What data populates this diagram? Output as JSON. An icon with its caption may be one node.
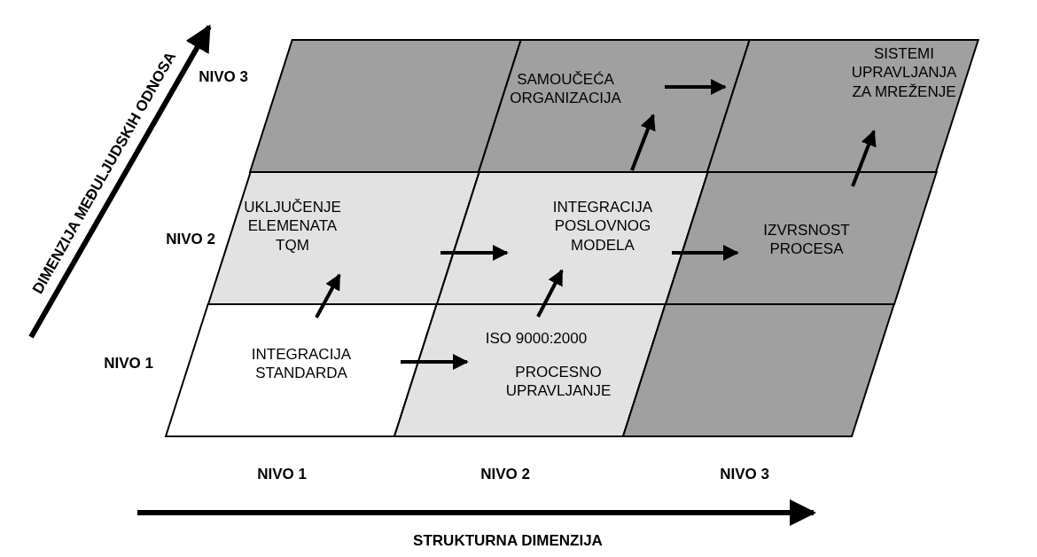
{
  "diagram": {
    "nodes": [
      {
        "text": [],
        "shape": "box"
      },
      {
        "text": [
          "SAMOUČEĆA ORGANIZACIJA"
        ]
      },
      {
        "text": [
          "SISTEMI UPRAVLJANJA ZA MREŽENJE"
        ]
      },
      {
        "text": [
          "UKLJUČENJE ELEMENATA TQM"
        ]
      },
      {
        "text": [
          "INTEGRACIJA POSLOVNOG MODELA"
        ]
      },
      {
        "text": [
          "IZVRSNOST PROCESA"
        ]
      },
      {
        "text": [
          "INTEGRACIJA STANDARDA"
        ]
      },
      {
        "text": [
          "ISO 9000:2000",
          "PROCESNO UPRAVLJANJE"
        ]
      },
      {
        "text": [],
        "shape": "box"
      }
    ],
    "edges": [
      {
        "from": 6,
        "to": 7,
        "arrow": "to"
      },
      {
        "from": 6,
        "to": 3,
        "arrow": "to"
      },
      {
        "from": 3,
        "to": 4,
        "arrow": "to"
      },
      {
        "from": 7,
        "to": 4,
        "arrow": "to"
      },
      {
        "from": 4,
        "to": 5,
        "arrow": "to"
      },
      {
        "from": 4,
        "to": 1,
        "arrow": "to"
      },
      {
        "from": 1,
        "to": 2,
        "arrow": "to"
      },
      {
        "from": 5,
        "to": 2,
        "arrow": "to"
      }
    ],
    "labels": [
      "DIMENZIJA MEĐULJUDSKIH ODNOSA",
      "NIVO 3",
      "NIVO 2",
      "NIVO 1",
      "NIVO 1",
      "NIVO 2",
      "NIVO 3",
      "STRUKTURNA DIMENZIJA"
    ]
  }
}
